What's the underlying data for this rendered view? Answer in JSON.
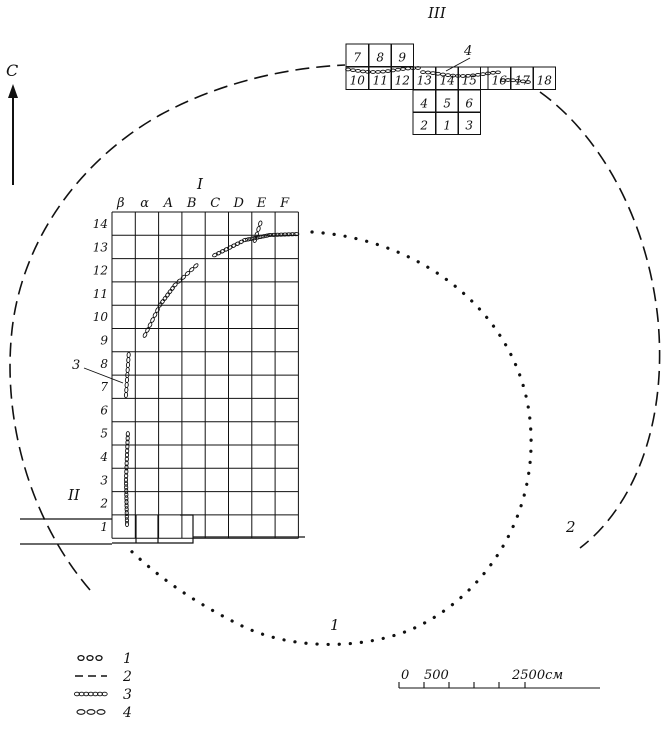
{
  "north_arrow": {
    "label": "С"
  },
  "excavation_I": {
    "label": "I",
    "column_labels": [
      "β",
      "α",
      "A",
      "B",
      "C",
      "D",
      "E",
      "F"
    ],
    "row_labels": [
      "14",
      "13",
      "12",
      "11",
      "10",
      "9",
      "8",
      "7",
      "6",
      "5",
      "4",
      "3",
      "2",
      "1"
    ]
  },
  "excavation_II": {
    "label": "II"
  },
  "excavation_III": {
    "label": "III",
    "squares": [
      "7",
      "8",
      "9",
      "10",
      "11",
      "12",
      "13",
      "14",
      "15",
      "16",
      "17",
      "18",
      "4",
      "5",
      "6",
      "2",
      "1",
      "3"
    ]
  },
  "callouts": {
    "callout_3": "3",
    "callout_4": "4",
    "curve_1": "1",
    "curve_2": "2"
  },
  "scale_bar": {
    "tick_0": "0",
    "tick_500": "500",
    "tick_end": "2500см"
  },
  "legend": [
    {
      "key": "1",
      "style": "dotted-outer-circles"
    },
    {
      "key": "2",
      "style": "dashed-line"
    },
    {
      "key": "3",
      "style": "chain-of-stones"
    },
    {
      "key": "4",
      "style": "row-of-ovals"
    }
  ]
}
